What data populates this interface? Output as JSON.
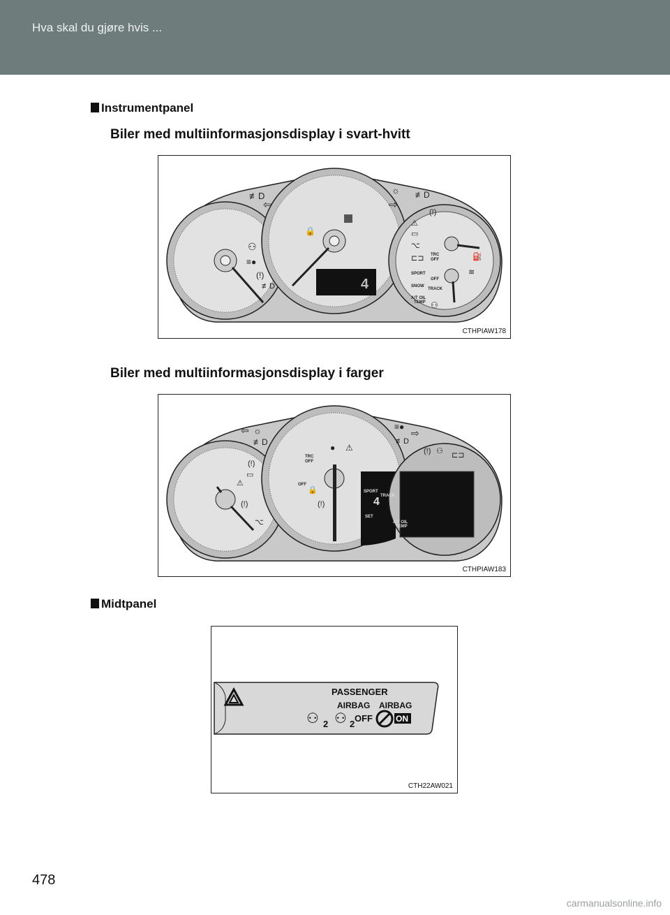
{
  "header": {
    "title": "Hva skal du gjøre hvis ..."
  },
  "sections": {
    "instrument": {
      "title": "Instrumentpanel",
      "bw_subtitle": "Biler med multiinformasjonsdisplay i svart-hvitt",
      "color_subtitle": "Biler med multiinformasjonsdisplay i farger",
      "bw_code": "CTHPIAW178",
      "color_code": "CTHPIAW183"
    },
    "center": {
      "title": "Midtpanel",
      "code": "CTH22AW021"
    }
  },
  "bw_panel_labels": {
    "trc_off": [
      "TRC",
      "OFF"
    ],
    "vsc_off": "OFF",
    "sport": "SPORT",
    "snow": "SNOW",
    "track": "TRACK",
    "at_oil_temp": [
      "A/T OIL",
      "TEMP"
    ],
    "gear_digit": "4"
  },
  "color_panel_labels": {
    "trc_off": [
      "TRC",
      "OFF"
    ],
    "vsc_off": "OFF",
    "sport": "SPORT",
    "track": "TRACK",
    "set": "SET",
    "at_oil_temp": [
      "A/T OIL",
      "TEMP"
    ],
    "gear_digit": "4"
  },
  "center_panel_labels": {
    "passenger": "PASSENGER",
    "airbag_left": "AIRBAG",
    "airbag_right": "AIRBAG",
    "off": "OFF",
    "on": "ON",
    "seat_num_1": "2",
    "seat_num_2": "2"
  },
  "page": {
    "number": "478"
  },
  "watermark": "carmanualsonline.info"
}
